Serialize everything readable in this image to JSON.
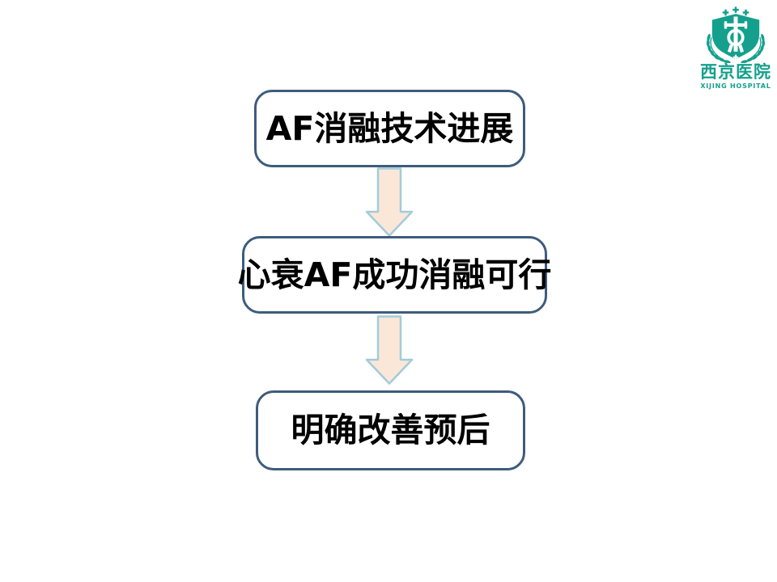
{
  "slide": {
    "background_color": "#FFFFFF"
  },
  "logo": {
    "name_cn": "西京医院",
    "name_en": "XIJING HOSPITAL",
    "brand_color": "#14A08C",
    "emblem": "shield-with-tower-laurel-wreath-and-crosses"
  },
  "flowchart": {
    "boxes": [
      {
        "label": "AF消融技术进展"
      },
      {
        "label": "心衰AF成功消融可行"
      },
      {
        "label": "明确改善预后"
      }
    ],
    "connectors": [
      {
        "type": "down-block-arrow"
      },
      {
        "type": "down-block-arrow"
      }
    ],
    "colors": {
      "box_border": "#3E5C7C",
      "box_fill": "#FFFFFF",
      "text": "#000000",
      "arrow_fill": "#FBE7D8",
      "arrow_border": "#A3CBDB"
    }
  }
}
